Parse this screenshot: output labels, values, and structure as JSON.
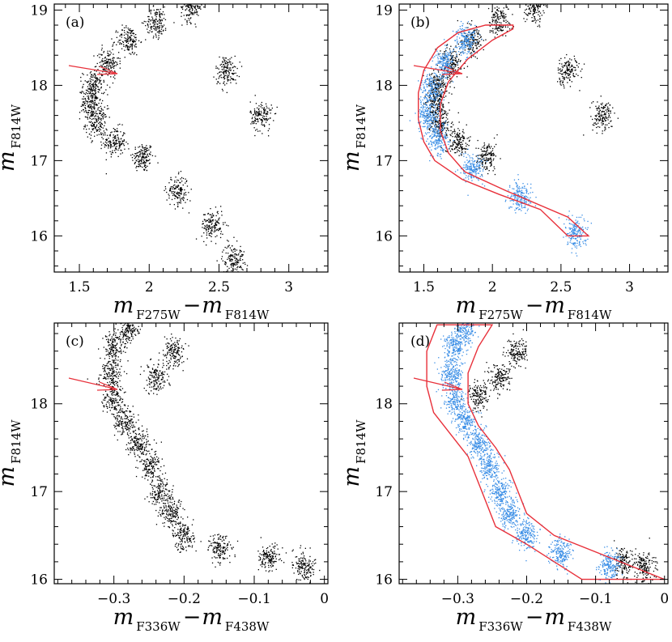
{
  "chart_data": [
    {
      "type": "scatter",
      "panel_label": "(a)",
      "xlabel": {
        "main": "m",
        "sub1": "F275W",
        "minus": "−",
        "main2": "m",
        "sub2": "F814W"
      },
      "ylabel": {
        "main": "m",
        "sub": "F814W"
      },
      "xlim": [
        1.32,
        3.28
      ],
      "ylim": [
        19.08,
        15.52
      ],
      "x_ticks": [
        "1.5",
        "2",
        "2.5",
        "3"
      ],
      "x_tick_values": [
        1.5,
        2,
        2.5,
        3
      ],
      "y_ticks": [
        "16",
        "17",
        "18",
        "19"
      ],
      "y_tick_values": [
        16,
        17,
        18,
        19
      ],
      "series": [
        {
          "color": "#000000",
          "points": [
            [
              1.95,
              17.05
            ],
            [
              1.75,
              17.25
            ],
            [
              1.62,
              17.5
            ],
            [
              1.58,
              17.75
            ],
            [
              1.6,
              18.0
            ],
            [
              1.7,
              18.3
            ],
            [
              1.85,
              18.6
            ],
            [
              2.05,
              18.85
            ],
            [
              2.3,
              19.05
            ],
            [
              2.2,
              16.6
            ],
            [
              2.45,
              16.15
            ],
            [
              2.6,
              15.7
            ],
            [
              2.8,
              17.6
            ],
            [
              2.55,
              18.2
            ]
          ]
        }
      ],
      "annotations": [
        {
          "type": "arrow",
          "color": "#e8303a"
        }
      ]
    },
    {
      "type": "scatter",
      "panel_label": "(b)",
      "xlabel": {
        "main": "m",
        "sub1": "F275W",
        "minus": "−",
        "main2": "m",
        "sub2": "F814W"
      },
      "ylabel": {
        "main": "m",
        "sub": "F814W"
      },
      "xlim": [
        1.32,
        3.28
      ],
      "ylim": [
        19.08,
        15.52
      ],
      "x_ticks": [
        "1.5",
        "2",
        "2.5",
        "3"
      ],
      "x_tick_values": [
        1.5,
        2,
        2.5,
        3
      ],
      "y_ticks": [
        "16",
        "17",
        "18",
        "19"
      ],
      "y_tick_values": [
        16,
        17,
        18,
        19
      ],
      "series": [
        {
          "color": "#000000",
          "points": [
            [
              1.95,
              17.05
            ],
            [
              1.75,
              17.25
            ],
            [
              1.62,
              17.5
            ],
            [
              1.58,
              17.75
            ],
            [
              1.6,
              18.0
            ],
            [
              1.7,
              18.3
            ],
            [
              1.85,
              18.6
            ],
            [
              2.05,
              18.85
            ],
            [
              2.3,
              19.05
            ],
            [
              2.8,
              17.6
            ],
            [
              2.55,
              18.2
            ]
          ]
        },
        {
          "color": "#3a8ee6",
          "points": [
            [
              2.6,
              16.05
            ],
            [
              2.2,
              16.5
            ],
            [
              1.85,
              16.9
            ],
            [
              1.6,
              17.3
            ],
            [
              1.53,
              17.6
            ],
            [
              1.55,
              17.95
            ],
            [
              1.65,
              18.3
            ],
            [
              1.8,
              18.6
            ]
          ]
        }
      ],
      "selection_box": {
        "color": "#e8303a",
        "points": [
          [
            2.55,
            16.0
          ],
          [
            2.7,
            16.0
          ],
          [
            2.55,
            16.25
          ],
          [
            2.1,
            16.6
          ],
          [
            1.8,
            16.85
          ],
          [
            1.68,
            17.1
          ],
          [
            1.62,
            17.4
          ],
          [
            1.62,
            17.75
          ],
          [
            1.68,
            18.05
          ],
          [
            1.82,
            18.35
          ],
          [
            2.0,
            18.6
          ],
          [
            2.15,
            18.75
          ],
          [
            2.15,
            18.8
          ],
          [
            1.95,
            18.8
          ],
          [
            1.75,
            18.7
          ],
          [
            1.6,
            18.5
          ],
          [
            1.5,
            18.2
          ],
          [
            1.46,
            17.9
          ],
          [
            1.46,
            17.55
          ],
          [
            1.5,
            17.25
          ],
          [
            1.58,
            17.0
          ],
          [
            1.78,
            16.75
          ],
          [
            2.05,
            16.55
          ],
          [
            2.35,
            16.35
          ],
          [
            2.55,
            16.0
          ]
        ]
      },
      "annotations": [
        {
          "type": "arrow",
          "color": "#e8303a"
        }
      ]
    },
    {
      "type": "scatter",
      "panel_label": "(c)",
      "xlabel": {
        "main": "m",
        "sub1": "F336W",
        "minus": "−",
        "main2": "m",
        "sub2": "F438W"
      },
      "ylabel": {
        "main": "m",
        "sub": "F814W"
      },
      "xlim": [
        -0.385,
        0.005
      ],
      "ylim": [
        18.92,
        15.95
      ],
      "x_ticks": [
        "−0.3",
        "−0.2",
        "−0.1",
        "0"
      ],
      "x_tick_values": [
        -0.3,
        -0.2,
        -0.1,
        0.0
      ],
      "y_ticks": [
        "16",
        "17",
        "18"
      ],
      "y_tick_values": [
        16,
        17,
        18
      ],
      "series": [
        {
          "color": "#000000",
          "points": [
            [
              -0.03,
              16.15
            ],
            [
              -0.08,
              16.25
            ],
            [
              -0.15,
              16.35
            ],
            [
              -0.2,
              16.5
            ],
            [
              -0.22,
              16.75
            ],
            [
              -0.235,
              17.0
            ],
            [
              -0.25,
              17.3
            ],
            [
              -0.265,
              17.55
            ],
            [
              -0.285,
              17.8
            ],
            [
              -0.3,
              18.05
            ],
            [
              -0.305,
              18.35
            ],
            [
              -0.3,
              18.65
            ],
            [
              -0.28,
              18.85
            ],
            [
              -0.24,
              18.3
            ],
            [
              -0.215,
              18.6
            ]
          ]
        }
      ],
      "annotations": [
        {
          "type": "arrow",
          "color": "#e8303a"
        }
      ]
    },
    {
      "type": "scatter",
      "panel_label": "(d)",
      "xlabel": {
        "main": "m",
        "sub1": "F336W",
        "minus": "−",
        "main2": "m",
        "sub2": "F438W"
      },
      "ylabel": {
        "main": "m",
        "sub": "F814W"
      },
      "xlim": [
        -0.385,
        0.005
      ],
      "ylim": [
        18.92,
        15.95
      ],
      "x_ticks": [
        "−0.3",
        "−0.2",
        "−0.1",
        "0"
      ],
      "x_tick_values": [
        -0.3,
        -0.2,
        -0.1,
        0.0
      ],
      "y_ticks": [
        "16",
        "17",
        "18"
      ],
      "y_tick_values": [
        16,
        17,
        18
      ],
      "series": [
        {
          "color": "#000000",
          "points": [
            [
              -0.24,
              18.3
            ],
            [
              -0.215,
              18.6
            ],
            [
              -0.03,
              16.15
            ],
            [
              -0.06,
              16.2
            ],
            [
              -0.27,
              18.1
            ]
          ]
        },
        {
          "color": "#3a8ee6",
          "points": [
            [
              -0.08,
              16.15
            ],
            [
              -0.15,
              16.3
            ],
            [
              -0.2,
              16.5
            ],
            [
              -0.225,
              16.75
            ],
            [
              -0.24,
              17.0
            ],
            [
              -0.255,
              17.3
            ],
            [
              -0.27,
              17.55
            ],
            [
              -0.29,
              17.8
            ],
            [
              -0.305,
              18.05
            ],
            [
              -0.31,
              18.35
            ],
            [
              -0.305,
              18.65
            ],
            [
              -0.29,
              18.85
            ]
          ]
        }
      ],
      "selection_box": {
        "color": "#e8303a",
        "points": [
          [
            -0.12,
            16.0
          ],
          [
            0.0,
            16.0
          ],
          [
            -0.08,
            16.25
          ],
          [
            -0.16,
            16.5
          ],
          [
            -0.2,
            16.75
          ],
          [
            -0.21,
            16.95
          ],
          [
            -0.225,
            17.25
          ],
          [
            -0.245,
            17.5
          ],
          [
            -0.27,
            17.75
          ],
          [
            -0.285,
            18.0
          ],
          [
            -0.285,
            18.35
          ],
          [
            -0.27,
            18.65
          ],
          [
            -0.25,
            18.9
          ],
          [
            -0.33,
            18.9
          ],
          [
            -0.345,
            18.6
          ],
          [
            -0.345,
            18.2
          ],
          [
            -0.335,
            17.9
          ],
          [
            -0.31,
            17.65
          ],
          [
            -0.285,
            17.4
          ],
          [
            -0.27,
            17.1
          ],
          [
            -0.255,
            16.8
          ],
          [
            -0.245,
            16.6
          ],
          [
            -0.2,
            16.4
          ],
          [
            -0.12,
            16.0
          ]
        ]
      },
      "annotations": [
        {
          "type": "arrow",
          "color": "#e8303a"
        }
      ]
    }
  ]
}
